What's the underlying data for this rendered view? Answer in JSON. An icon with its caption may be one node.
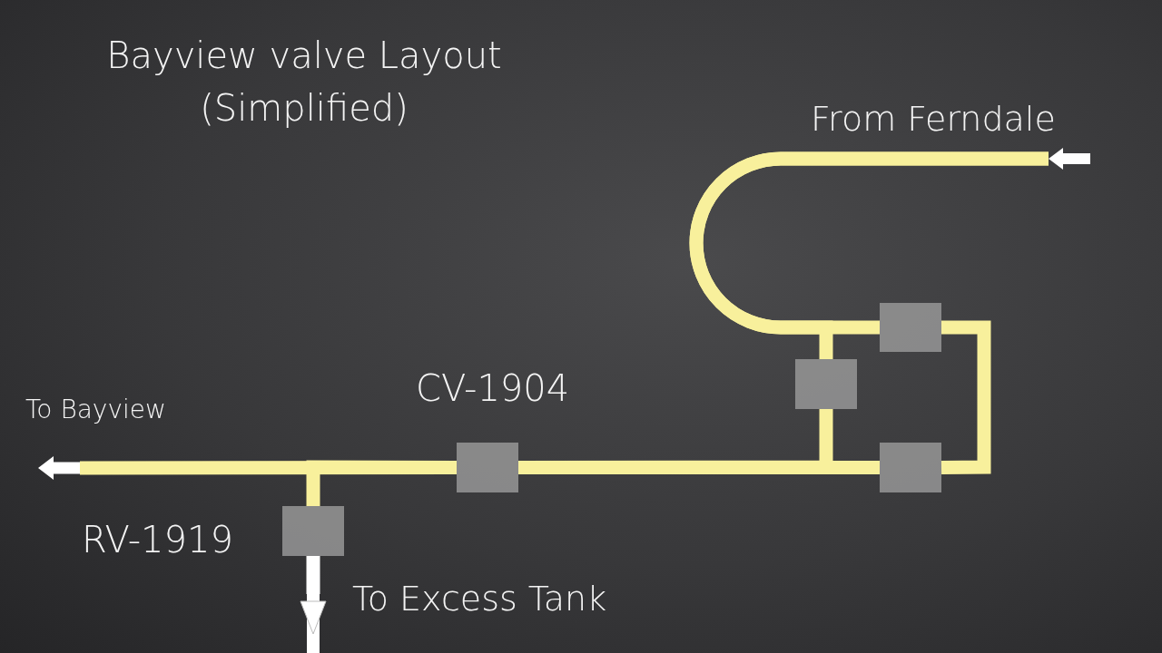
{
  "diagram": {
    "title": "Bayview valve Layout (Simplified)",
    "nodes": [
      {
        "text": [],
        "shape": "arrow",
        "beside": [
          "From Ferndale"
        ]
      },
      {
        "text": [],
        "shape": "arrow",
        "beside": [
          "To Bayview"
        ]
      },
      {
        "text": [],
        "shape": "arrow",
        "beside": [
          "To Excess Tank"
        ]
      },
      {
        "text": [],
        "shape": "box"
      },
      {
        "text": [],
        "shape": "box"
      },
      {
        "text": [],
        "shape": "box"
      },
      {
        "text": [],
        "shape": "box",
        "beside": [
          "CV-1904"
        ]
      },
      {
        "text": [],
        "shape": "box",
        "beside": [
          "RV-1919"
        ]
      }
    ],
    "edges": [
      {
        "from": 0,
        "to": 3,
        "arrow": "none"
      },
      {
        "from": 0,
        "to": 4,
        "arrow": "none"
      },
      {
        "from": 3,
        "to": 5,
        "arrow": "none"
      },
      {
        "from": 5,
        "to": 6,
        "arrow": "none"
      },
      {
        "from": 4,
        "to": 6,
        "arrow": "none"
      },
      {
        "from": 6,
        "to": 1,
        "arrow": "none"
      },
      {
        "from": 6,
        "to": 7,
        "arrow": "none"
      },
      {
        "from": 7,
        "to": 2,
        "arrow": "none",
        "color": "#ffffff"
      }
    ]
  }
}
